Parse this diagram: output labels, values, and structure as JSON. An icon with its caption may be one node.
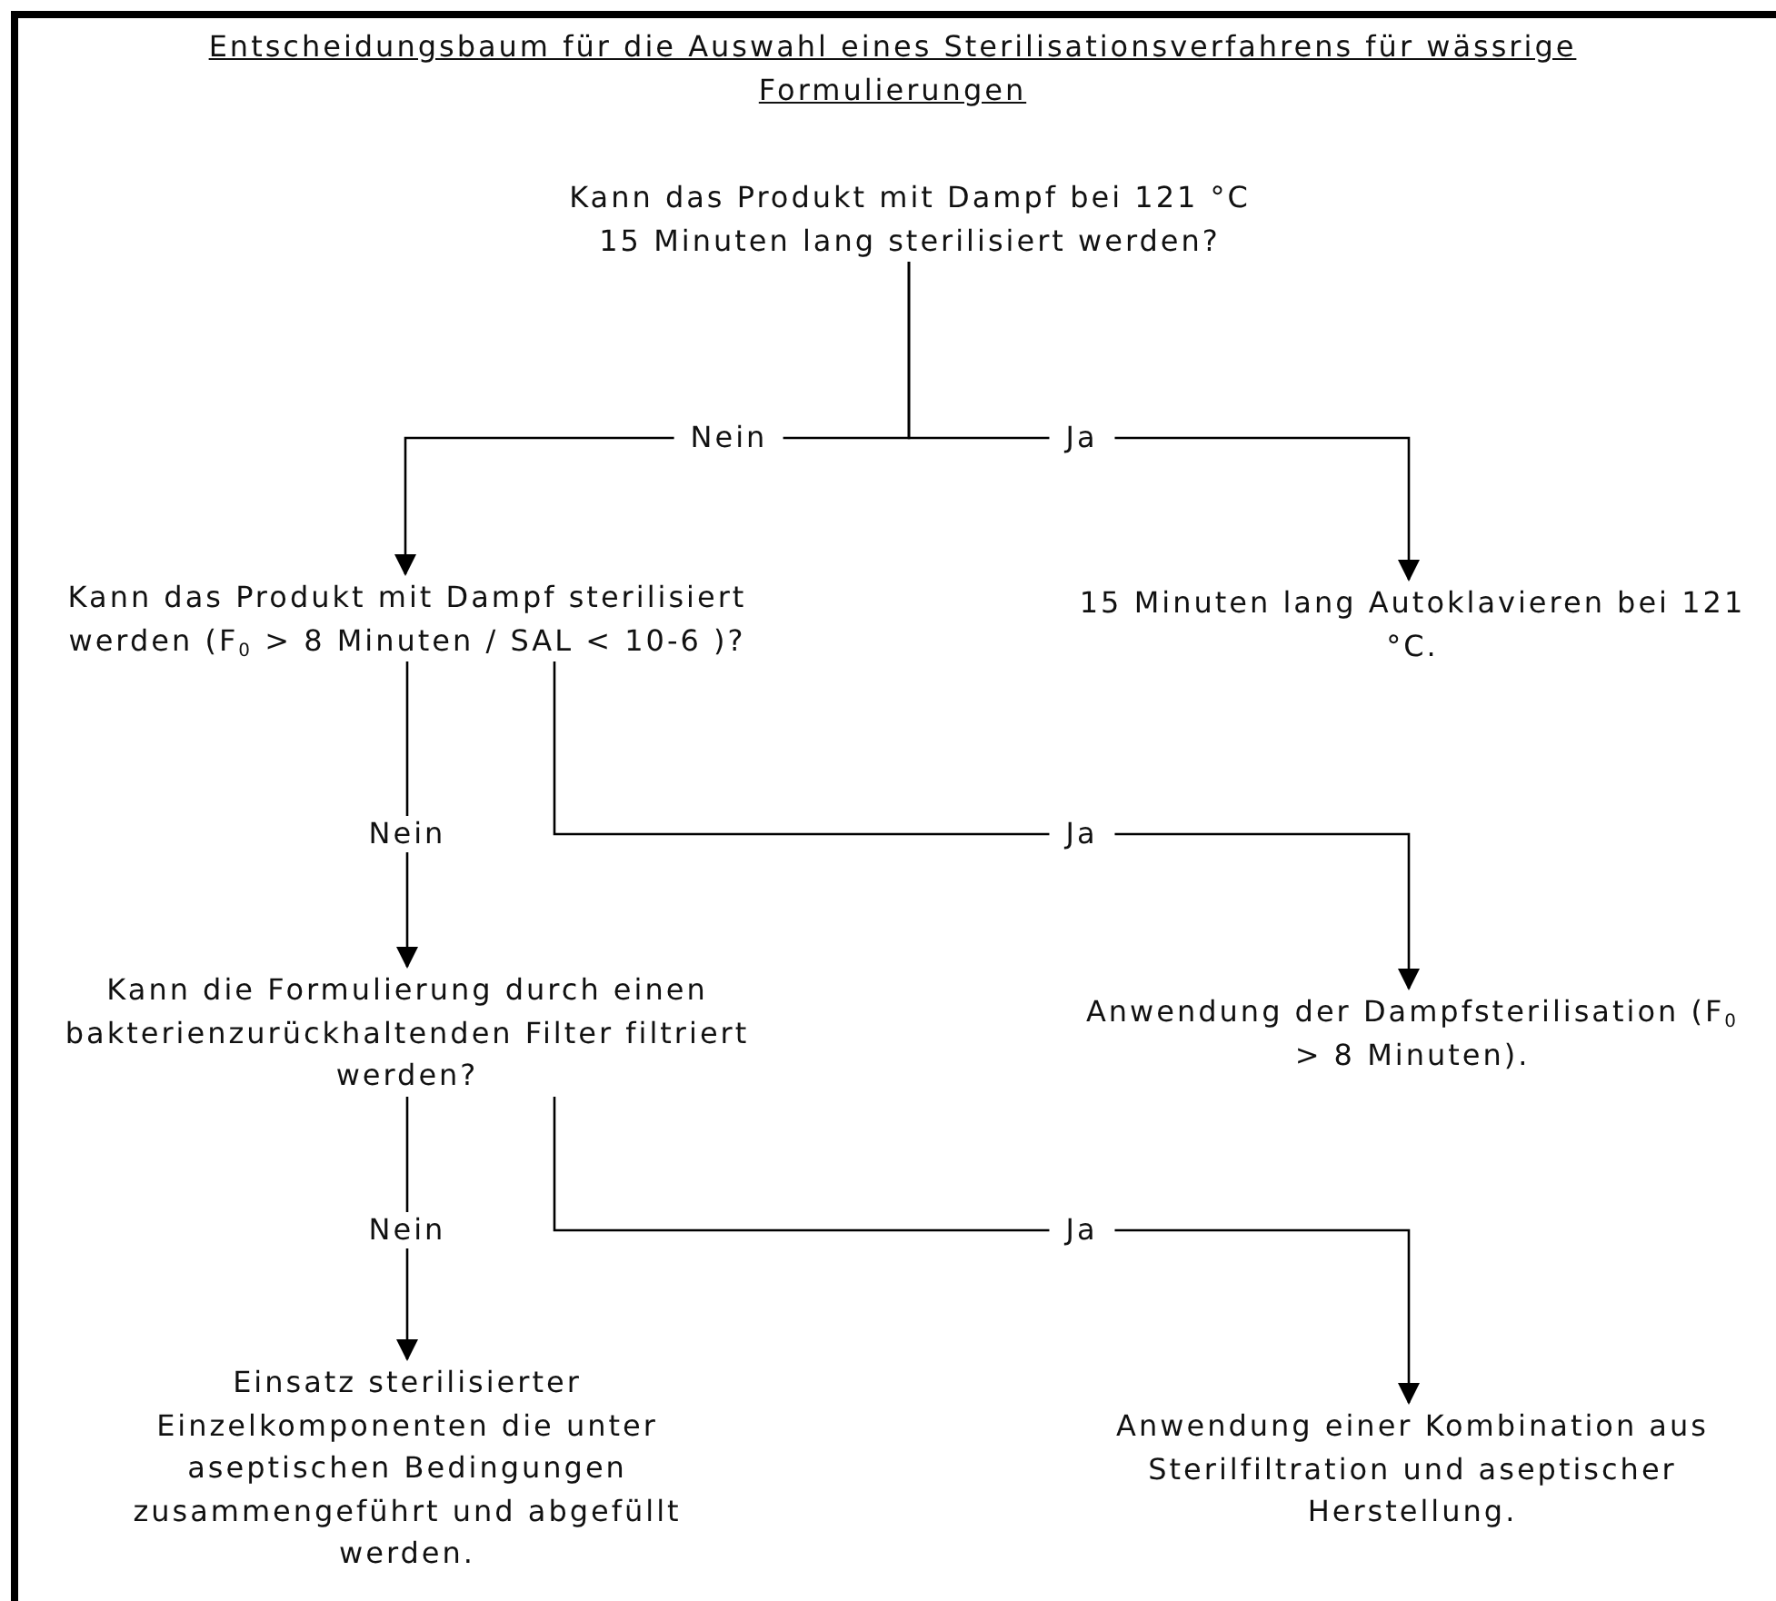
{
  "diagram": {
    "title": "Entscheidungsbaum für die Auswahl eines Sterilisationsverfahrens für wässrige Formulierungen",
    "nodes": [
      {
        "text": [
          "Kann das Produkt mit Dampf bei 121 °C 15 Minuten lang sterilisiert werden?"
        ]
      },
      {
        "text": [
          "Kann das Produkt mit Dampf sterilisiert werden (F$_{0}$ > 8 Minuten / SAL < 10-6 )?"
        ]
      },
      {
        "text": [
          "15 Minuten lang Autoklavieren bei 121 °C."
        ]
      },
      {
        "text": [
          "Kann die Formulierung durch einen bakterienzurückhaltenden Filter filtriert werden?"
        ]
      },
      {
        "text": [
          "Anwendung der Dampfsterilisation (F$_{0}$ > 8 Minuten)."
        ]
      },
      {
        "text": [
          "Einsatz sterilisierter Einzelkomponenten die unter aseptischen Bedingungen zusammengeführt und abgefüllt werden."
        ]
      },
      {
        "text": [
          "Anwendung einer Kombination aus Sterilfiltration und aseptischer Herstellung."
        ]
      }
    ],
    "edges": [
      {
        "from": 0,
        "to": 1,
        "arrow": "to",
        "label": "Nein"
      },
      {
        "from": 0,
        "to": 2,
        "arrow": "to",
        "label": "Ja"
      },
      {
        "from": 1,
        "to": 3,
        "arrow": "to",
        "label": "Nein"
      },
      {
        "from": 1,
        "to": 4,
        "arrow": "to",
        "label": "Ja"
      },
      {
        "from": 3,
        "to": 5,
        "arrow": "to",
        "label": "Nein"
      },
      {
        "from": 3,
        "to": 6,
        "arrow": "to",
        "label": "Ja"
      }
    ]
  }
}
